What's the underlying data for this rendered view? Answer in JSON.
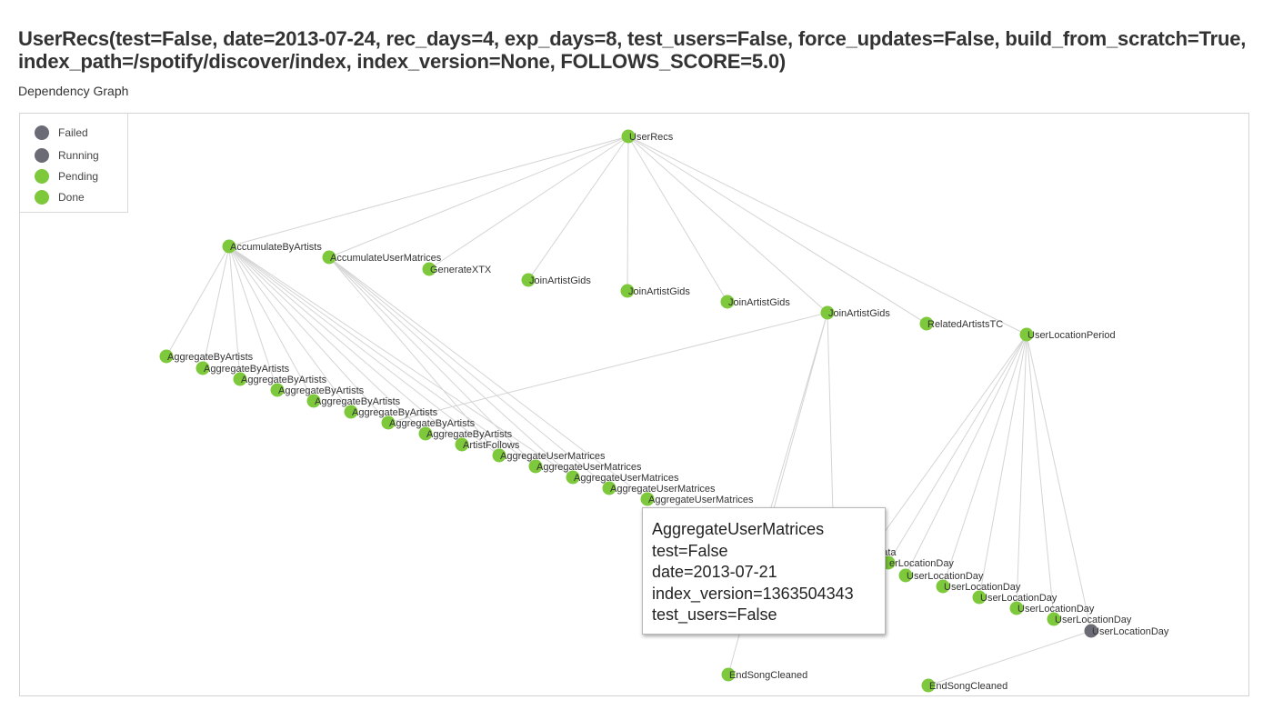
{
  "title": {
    "line1": "UserRecs(test=False, date=2013-07-24, rec_days=4, exp_days=8, test_users=False, force_updates=False, build_from_scratch=True,",
    "line2": "index_path=/spotify/discover/index, index_version=None, FOLLOWS_SCORE=5.0)"
  },
  "section_label": "Dependency Graph",
  "colors": {
    "done": "#7dc83b",
    "pending": "#7dc83b",
    "failed": "#6b6b75",
    "running": "#6b6b75",
    "edge": "#d4d4d4"
  },
  "legend": [
    {
      "label": "Failed",
      "status": "failed"
    },
    {
      "label": "Running",
      "status": "running"
    },
    {
      "label": "Pending",
      "status": "pending"
    },
    {
      "label": "Done",
      "status": "done"
    }
  ],
  "graph": {
    "nodes": [
      {
        "id": "userrecs",
        "label": "UserRecs",
        "status": "done"
      },
      {
        "id": "acc_artists",
        "label": "AccumulateByArtists",
        "status": "done"
      },
      {
        "id": "acc_matrices",
        "label": "AccumulateUserMatrices",
        "status": "done"
      },
      {
        "id": "gen_xtx",
        "label": "GenerateXTX",
        "status": "done"
      },
      {
        "id": "join1",
        "label": "JoinArtistGids",
        "status": "done"
      },
      {
        "id": "join2",
        "label": "JoinArtistGids",
        "status": "done"
      },
      {
        "id": "join3",
        "label": "JoinArtistGids",
        "status": "done"
      },
      {
        "id": "join4",
        "label": "JoinArtistGids",
        "status": "done"
      },
      {
        "id": "related",
        "label": "RelatedArtistsTC",
        "status": "done"
      },
      {
        "id": "ulp",
        "label": "UserLocationPeriod",
        "status": "done"
      },
      {
        "id": "aba1",
        "label": "AggregateByArtists",
        "status": "done"
      },
      {
        "id": "aba2",
        "label": "AggregateByArtists",
        "status": "done"
      },
      {
        "id": "aba3",
        "label": "AggregateByArtists",
        "status": "done"
      },
      {
        "id": "aba4",
        "label": "AggregateByArtists",
        "status": "done"
      },
      {
        "id": "aba5",
        "label": "AggregateByArtists",
        "status": "done"
      },
      {
        "id": "aba6",
        "label": "AggregateByArtists",
        "status": "done"
      },
      {
        "id": "aba7",
        "label": "AggregateByArtists",
        "status": "done"
      },
      {
        "id": "aba8",
        "label": "AggregateByArtists",
        "status": "done"
      },
      {
        "id": "follows",
        "label": "ArtistFollows",
        "status": "done"
      },
      {
        "id": "aum1",
        "label": "AggregateUserMatrices",
        "status": "done"
      },
      {
        "id": "aum2",
        "label": "AggregateUserMatrices",
        "status": "done"
      },
      {
        "id": "aum3",
        "label": "AggregateUserMatrices",
        "status": "done"
      },
      {
        "id": "aum4",
        "label": "AggregateUserMatrices",
        "status": "done"
      },
      {
        "id": "aum5",
        "label": "AggregateUserMatrices",
        "status": "done"
      },
      {
        "id": "meta",
        "label": "adata",
        "status": "done"
      },
      {
        "id": "uld1",
        "label": "erLocationDay",
        "status": "done"
      },
      {
        "id": "uld2",
        "label": "UserLocationDay",
        "status": "done"
      },
      {
        "id": "uld3",
        "label": "UserLocationDay",
        "status": "done"
      },
      {
        "id": "uld4",
        "label": "UserLocationDay",
        "status": "done"
      },
      {
        "id": "uld5",
        "label": "UserLocationDay",
        "status": "done"
      },
      {
        "id": "uld6",
        "label": "UserLocationDay",
        "status": "done"
      },
      {
        "id": "uld7",
        "label": "UserLocationDay",
        "status": "running"
      },
      {
        "id": "esc1",
        "label": "EndSongCleaned",
        "status": "done"
      },
      {
        "id": "esc2",
        "label": "EndSongCleaned",
        "status": "done"
      }
    ],
    "edges": [
      [
        "userrecs",
        "acc_artists"
      ],
      [
        "userrecs",
        "acc_matrices"
      ],
      [
        "userrecs",
        "gen_xtx"
      ],
      [
        "userrecs",
        "join1"
      ],
      [
        "userrecs",
        "join2"
      ],
      [
        "userrecs",
        "join3"
      ],
      [
        "userrecs",
        "join4"
      ],
      [
        "userrecs",
        "related"
      ],
      [
        "userrecs",
        "ulp"
      ],
      [
        "acc_artists",
        "aba1"
      ],
      [
        "acc_artists",
        "aba2"
      ],
      [
        "acc_artists",
        "aba3"
      ],
      [
        "acc_artists",
        "aba4"
      ],
      [
        "acc_artists",
        "aba5"
      ],
      [
        "acc_artists",
        "aba6"
      ],
      [
        "acc_artists",
        "aba7"
      ],
      [
        "acc_artists",
        "aba8"
      ],
      [
        "acc_artists",
        "follows"
      ],
      [
        "acc_artists",
        "aum1"
      ],
      [
        "acc_artists",
        "aum2"
      ],
      [
        "acc_artists",
        "aum3"
      ],
      [
        "acc_matrices",
        "aum1"
      ],
      [
        "acc_matrices",
        "aum2"
      ],
      [
        "acc_matrices",
        "aum3"
      ],
      [
        "acc_matrices",
        "aum4"
      ],
      [
        "acc_matrices",
        "aum5"
      ],
      [
        "join4",
        "aba7"
      ],
      [
        "join4",
        "esc1"
      ],
      [
        "join4",
        "x1"
      ],
      [
        "join4",
        "x2"
      ],
      [
        "ulp",
        "meta"
      ],
      [
        "ulp",
        "uld1"
      ],
      [
        "ulp",
        "uld2"
      ],
      [
        "ulp",
        "uld3"
      ],
      [
        "ulp",
        "uld4"
      ],
      [
        "ulp",
        "uld5"
      ],
      [
        "ulp",
        "uld6"
      ],
      [
        "ulp",
        "uld7"
      ],
      [
        "uld7",
        "esc2"
      ]
    ]
  },
  "tooltip": {
    "lines": [
      "AggregateUserMatrices",
      "test=False",
      "date=2013-07-21",
      "index_version=1363504343",
      "test_users=False"
    ]
  }
}
